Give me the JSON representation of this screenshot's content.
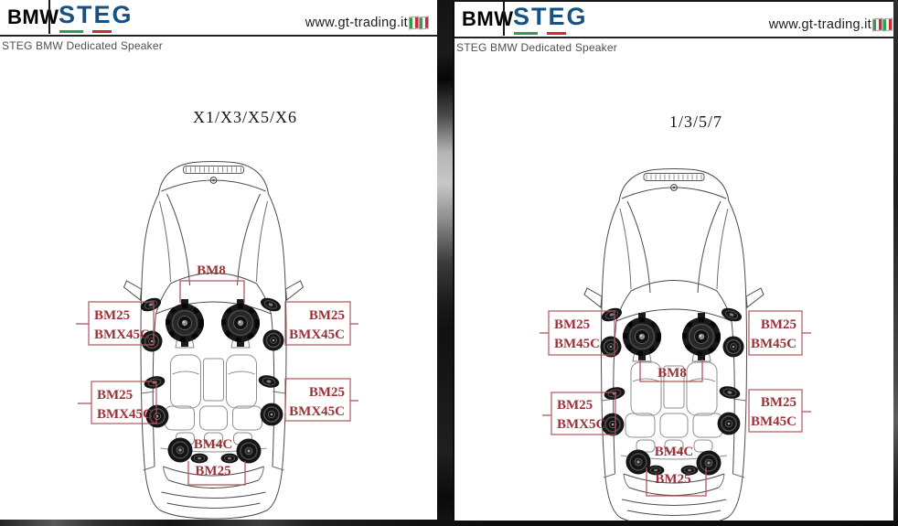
{
  "header": {
    "bmw_logo": "BMW",
    "steg_logo": "STEG",
    "website": "www.gt-trading.it",
    "tagline": "STEG BMW Dedicated Speaker"
  },
  "colors": {
    "label_red": "#9c3137",
    "steg_blue": "#175181",
    "flag_green": "#2f9e4f",
    "flag_red": "#ce2b37",
    "car_line_gray": "#4d4d4d"
  },
  "panels": [
    {
      "model_title": "X1/X3/X5/X6",
      "labels": {
        "dash_speaker": "BM8",
        "front_left": {
          "line1": "BM25",
          "line2": "BMX45C"
        },
        "front_right": {
          "line1": "BM25",
          "line2": "BMX45C"
        },
        "rear_left": {
          "line1": "BM25",
          "line2": "BMX45C"
        },
        "rear_right": {
          "line1": "BM25",
          "line2": "BMX45C"
        },
        "rear_deck": "BM4C",
        "rear_deck_tweeter": "BM25"
      }
    },
    {
      "model_title": "1/3/5/7",
      "labels": {
        "dash_speaker": "BM8",
        "front_left": {
          "line1": "BM25",
          "line2": "BM45C"
        },
        "front_right": {
          "line1": "BM25",
          "line2": "BM45C"
        },
        "rear_left": {
          "line1": "BM25",
          "line2": "BMX5C"
        },
        "rear_right": {
          "line1": "BM25",
          "line2": "BM45C"
        },
        "rear_deck": "BM4C",
        "rear_deck_tweeter": "BM25"
      }
    }
  ]
}
